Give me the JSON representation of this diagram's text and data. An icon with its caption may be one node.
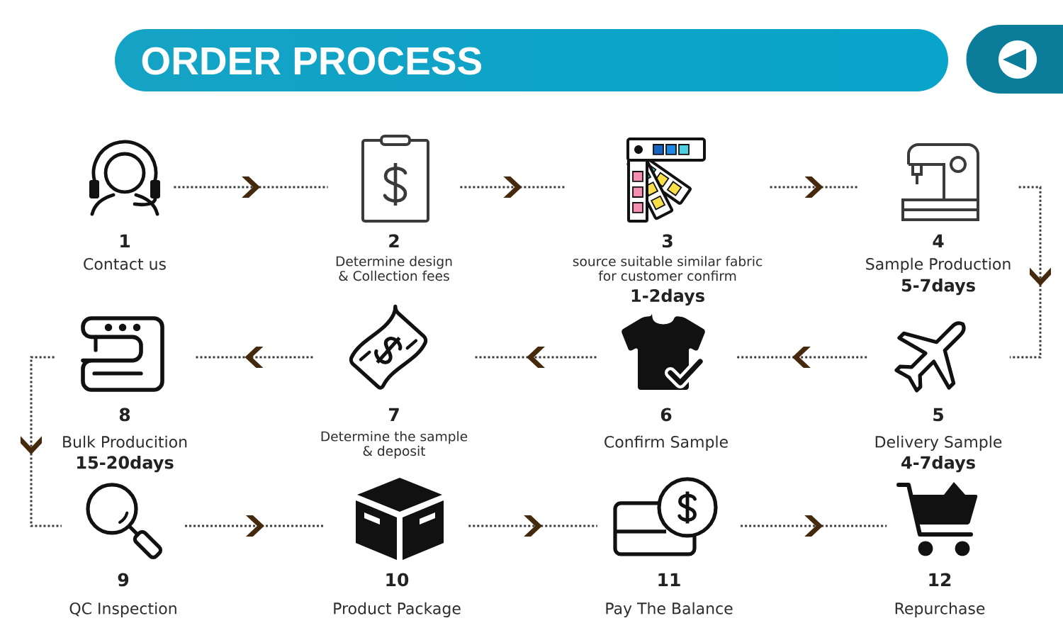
{
  "diagram": {
    "title": "ORDER PROCESS",
    "nodes": [
      {
        "text": [
          "1",
          "Contact us"
        ]
      },
      {
        "text": [
          "2",
          "Determine design & Collection fees"
        ]
      },
      {
        "text": [
          "3",
          "source suitable similar fabric for customer confirm",
          "1-2days"
        ]
      },
      {
        "text": [
          "4",
          "Sample Production",
          "5-7days"
        ]
      },
      {
        "text": [
          "5",
          "Delivery Sample",
          "4-7days"
        ]
      },
      {
        "text": [
          "6",
          "Confirm Sample"
        ]
      },
      {
        "text": [
          "7",
          "Determine the sample & deposit"
        ]
      },
      {
        "text": [
          "8",
          "Bulk Producition",
          "15-20days"
        ]
      },
      {
        "text": [
          "9",
          "QC Inspection"
        ]
      },
      {
        "text": [
          "10",
          "Product Package"
        ]
      },
      {
        "text": [
          "11",
          "Pay The Balance"
        ]
      },
      {
        "text": [
          "12",
          "Repurchase"
        ]
      }
    ],
    "edges": [
      {
        "from": 0,
        "to": 1,
        "arrow": "to"
      },
      {
        "from": 1,
        "to": 2,
        "arrow": "to"
      },
      {
        "from": 2,
        "to": 3,
        "arrow": "to"
      },
      {
        "from": 3,
        "to": 4,
        "arrow": "to"
      },
      {
        "from": 4,
        "to": 5,
        "arrow": "to"
      },
      {
        "from": 5,
        "to": 6,
        "arrow": "to"
      },
      {
        "from": 6,
        "to": 7,
        "arrow": "to"
      },
      {
        "from": 7,
        "to": 8,
        "arrow": "to"
      },
      {
        "from": 8,
        "to": 9,
        "arrow": "to"
      },
      {
        "from": 9,
        "to": 10,
        "arrow": "to"
      },
      {
        "from": 10,
        "to": 11,
        "arrow": "to"
      }
    ]
  }
}
